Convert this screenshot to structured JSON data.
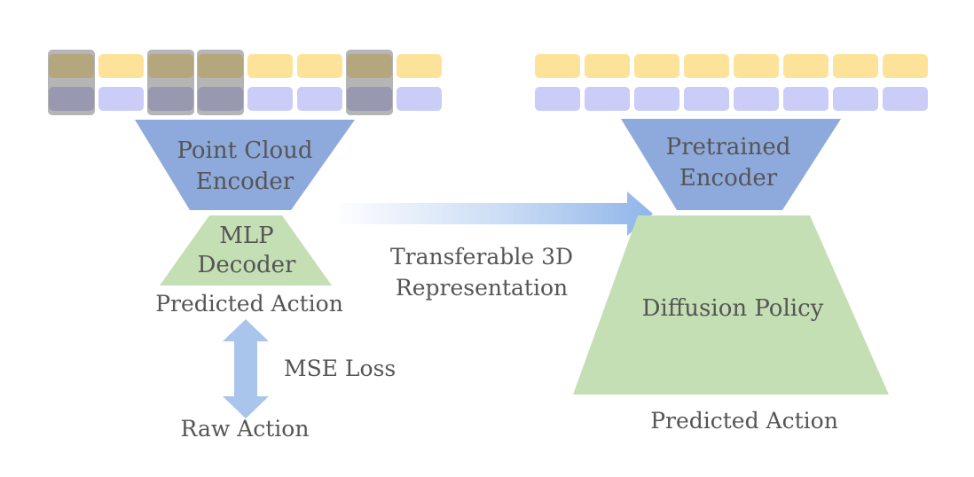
{
  "colors": {
    "token_yellow": "#fde39a",
    "token_purple": "#cacdf7",
    "masked_overlay": "#5a5a5a",
    "encoder": "#8eaadc",
    "decoder": "#c5dfb4",
    "arrow": "#aac5ec",
    "text": "#555555"
  },
  "left": {
    "encoder_label_1": "Point Cloud",
    "encoder_label_2": "Encoder",
    "decoder_label_1": "MLP",
    "decoder_label_2": "Decoder",
    "predicted_action": "Predicted Action",
    "loss_label": "MSE Loss",
    "raw_action": "Raw Action",
    "masked_token_columns": [
      0,
      2,
      3,
      6
    ]
  },
  "middle": {
    "transfer_label_1": "Transferable 3D",
    "transfer_label_2": "Representation"
  },
  "right": {
    "encoder_label_1": "Pretrained",
    "encoder_label_2": "Encoder",
    "policy_label": "Diffusion Policy",
    "predicted_action": "Predicted Action"
  },
  "icons": {
    "double_arrow": "double-arrow-icon",
    "transfer_arrow": "right-arrow-icon"
  }
}
